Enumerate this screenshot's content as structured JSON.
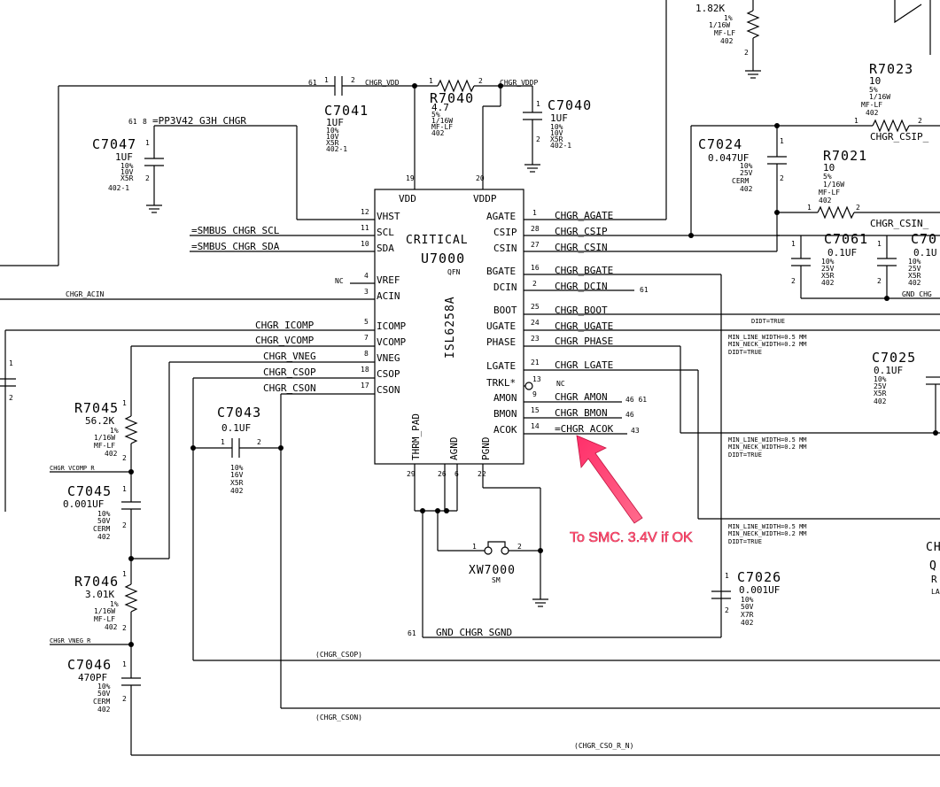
{
  "ic": {
    "ref": "U7000",
    "critical": "CRITICAL",
    "part": "ISL6258A",
    "pkg": "QFN",
    "top_pins": [
      {
        "name": "VDD",
        "num": "19"
      },
      {
        "name": "VDDP",
        "num": "20"
      }
    ],
    "left_pins": [
      {
        "name": "VHST",
        "num": "12",
        "net": ""
      },
      {
        "name": "SCL",
        "num": "11",
        "net": "=SMBUS_CHGR_SCL"
      },
      {
        "name": "SDA",
        "num": "10",
        "net": "=SMBUS_CHGR_SDA"
      },
      {
        "name": "VREF",
        "num": "4",
        "net": "NC"
      },
      {
        "name": "ACIN",
        "num": "3",
        "net": "CHGR_ACIN"
      },
      {
        "name": "ICOMP",
        "num": "5",
        "net": "CHGR_ICOMP"
      },
      {
        "name": "VCOMP",
        "num": "7",
        "net": "CHGR_VCOMP"
      },
      {
        "name": "VNEG",
        "num": "8",
        "net": "CHGR_VNEG"
      },
      {
        "name": "CSOP",
        "num": "18",
        "net": "CHGR_CSOP"
      },
      {
        "name": "CSON",
        "num": "17",
        "net": "CHGR_CSON"
      }
    ],
    "right_pins": [
      {
        "name": "AGATE",
        "num": "1",
        "net": "CHGR_AGATE",
        "extra": ""
      },
      {
        "name": "CSIP",
        "num": "28",
        "net": "CHGR_CSIP",
        "extra": ""
      },
      {
        "name": "CSIN",
        "num": "27",
        "net": "CHGR_CSIN",
        "extra": ""
      },
      {
        "name": "BGATE",
        "num": "16",
        "net": "CHGR_BGATE",
        "extra": ""
      },
      {
        "name": "DCIN",
        "num": "2",
        "net": "CHGR_DCIN",
        "extra": "61"
      },
      {
        "name": "BOOT",
        "num": "25",
        "net": "CHGR_BOOT",
        "extra": ""
      },
      {
        "name": "UGATE",
        "num": "24",
        "net": "CHGR_UGATE",
        "extra": ""
      },
      {
        "name": "PHASE",
        "num": "23",
        "net": "CHGR_PHASE",
        "extra": ""
      },
      {
        "name": "LGATE",
        "num": "21",
        "net": "CHGR_LGATE",
        "extra": ""
      },
      {
        "name": "TRKL*",
        "num": "13",
        "net": "NC",
        "extra": ""
      },
      {
        "name": "AMON",
        "num": "9",
        "net": "CHGR_AMON",
        "extra": "46 61"
      },
      {
        "name": "BMON",
        "num": "15",
        "net": "CHGR_BMON",
        "extra": "46"
      },
      {
        "name": "ACOK",
        "num": "14",
        "net": "=CHGR_ACOK",
        "extra": "43"
      }
    ],
    "bottom_pins": [
      {
        "name": "THRM_PAD",
        "num": "29"
      },
      {
        "name": "AGND",
        "num": "26"
      },
      {
        "name": "AGND",
        "num": "6"
      },
      {
        "name": "PGND",
        "num": "22"
      }
    ]
  },
  "components": {
    "C7041": {
      "ref": "C7041",
      "specs": [
        "1UF",
        "10%",
        "10V",
        "X5R",
        "402-1"
      ]
    },
    "R7040": {
      "ref": "R7040",
      "specs": [
        "4.7",
        "5%",
        "1/16W",
        "MF-LF",
        "402"
      ]
    },
    "C7040": {
      "ref": "C7040",
      "specs": [
        "1UF",
        "10%",
        "10V",
        "X5R",
        "402-1"
      ]
    },
    "C7047": {
      "ref": "C7047",
      "specs": [
        "1UF",
        "10%",
        "10V",
        "X5R",
        "402-1"
      ]
    },
    "R7023": {
      "ref": "R7023",
      "specs": [
        "10",
        "5%",
        "1/16W",
        "MF-LF",
        "402"
      ]
    },
    "C7024": {
      "ref": "C7024",
      "specs": [
        "0.047UF",
        "10%",
        "25V",
        "CERM",
        "402"
      ]
    },
    "R7021": {
      "ref": "R7021",
      "specs": [
        "10",
        "5%",
        "1/16W",
        "MF-LF",
        "402"
      ]
    },
    "C7061": {
      "ref": "C7061",
      "specs": [
        "0.1UF",
        "10%",
        "25V",
        "X5R",
        "402"
      ]
    },
    "C7062": {
      "ref": "C70",
      "specs": [
        "0.1U",
        "10%",
        "25V",
        "X5R",
        "402"
      ]
    },
    "C7025": {
      "ref": "C7025",
      "specs": [
        "0.1UF",
        "10%",
        "25V",
        "X5R",
        "402"
      ]
    },
    "R7045": {
      "ref": "R7045",
      "specs": [
        "56.2K",
        "1%",
        "1/16W",
        "MF-LF",
        "402"
      ]
    },
    "C7043": {
      "ref": "C7043",
      "specs": [
        "0.1UF",
        "10%",
        "16V",
        "X5R",
        "402"
      ]
    },
    "C7045": {
      "ref": "C7045",
      "specs": [
        "0.001UF",
        "10%",
        "50V",
        "CERM",
        "402"
      ]
    },
    "R7046": {
      "ref": "R7046",
      "specs": [
        "3.01K",
        "1%",
        "1/16W",
        "MF-LF",
        "402"
      ]
    },
    "C7046": {
      "ref": "C7046",
      "specs": [
        "470PF",
        "10%",
        "50V",
        "CERM",
        "402"
      ]
    },
    "C7026": {
      "ref": "C7026",
      "specs": [
        "0.001UF",
        "10%",
        "50V",
        "X7R",
        "402"
      ]
    },
    "XW7000": {
      "ref": "XW7000",
      "specs": [
        "SM"
      ]
    },
    "Rtop": {
      "ref": "",
      "specs": [
        "1.82K",
        "1%",
        "1/16W",
        "MF-LF",
        "402"
      ]
    }
  },
  "nets": {
    "chgr_vdd": "CHGR_VDD",
    "chgr_vddp": "CHGR_VDDP",
    "pp3v42": "=PP3V42_G3H_CHGR",
    "csip_right": "CHGR_CSIP_",
    "csin_right": "CHGR_CSIN_",
    "gnd_chg": "GND_CHG",
    "vcomp_r": "CHGR_VCOMP_R",
    "vneg_r": "CHGR_VNEG_R",
    "gnd_sgnd": "GND_CHGR_SGND",
    "csop_loop": "(CHGR_CSOP)",
    "cson_loop": "(CHGR_CSON)",
    "cso_r_n": "(CHGR_CSO_R_N)"
  },
  "offpage": {
    "c7041_left": "61",
    "pp3v42_left": "61",
    "pp3v42_pin": "8",
    "sgnd": "61"
  },
  "constraints": {
    "didt1": "DIDT=TRUE",
    "line_width": "MIN_LINE_WIDTH=0.5 MM",
    "neck_width": "MIN_NECK_WIDTH=0.2 MM",
    "didt": "DIDT=TRUE"
  },
  "annotation": {
    "text": "To SMC. 3.4V if OK",
    "color": "#ff3b6b"
  },
  "edge_labels": {
    "q_ref": "CH",
    "q_line1": "Q",
    "q_line2": "R",
    "q_line3": "LA"
  }
}
